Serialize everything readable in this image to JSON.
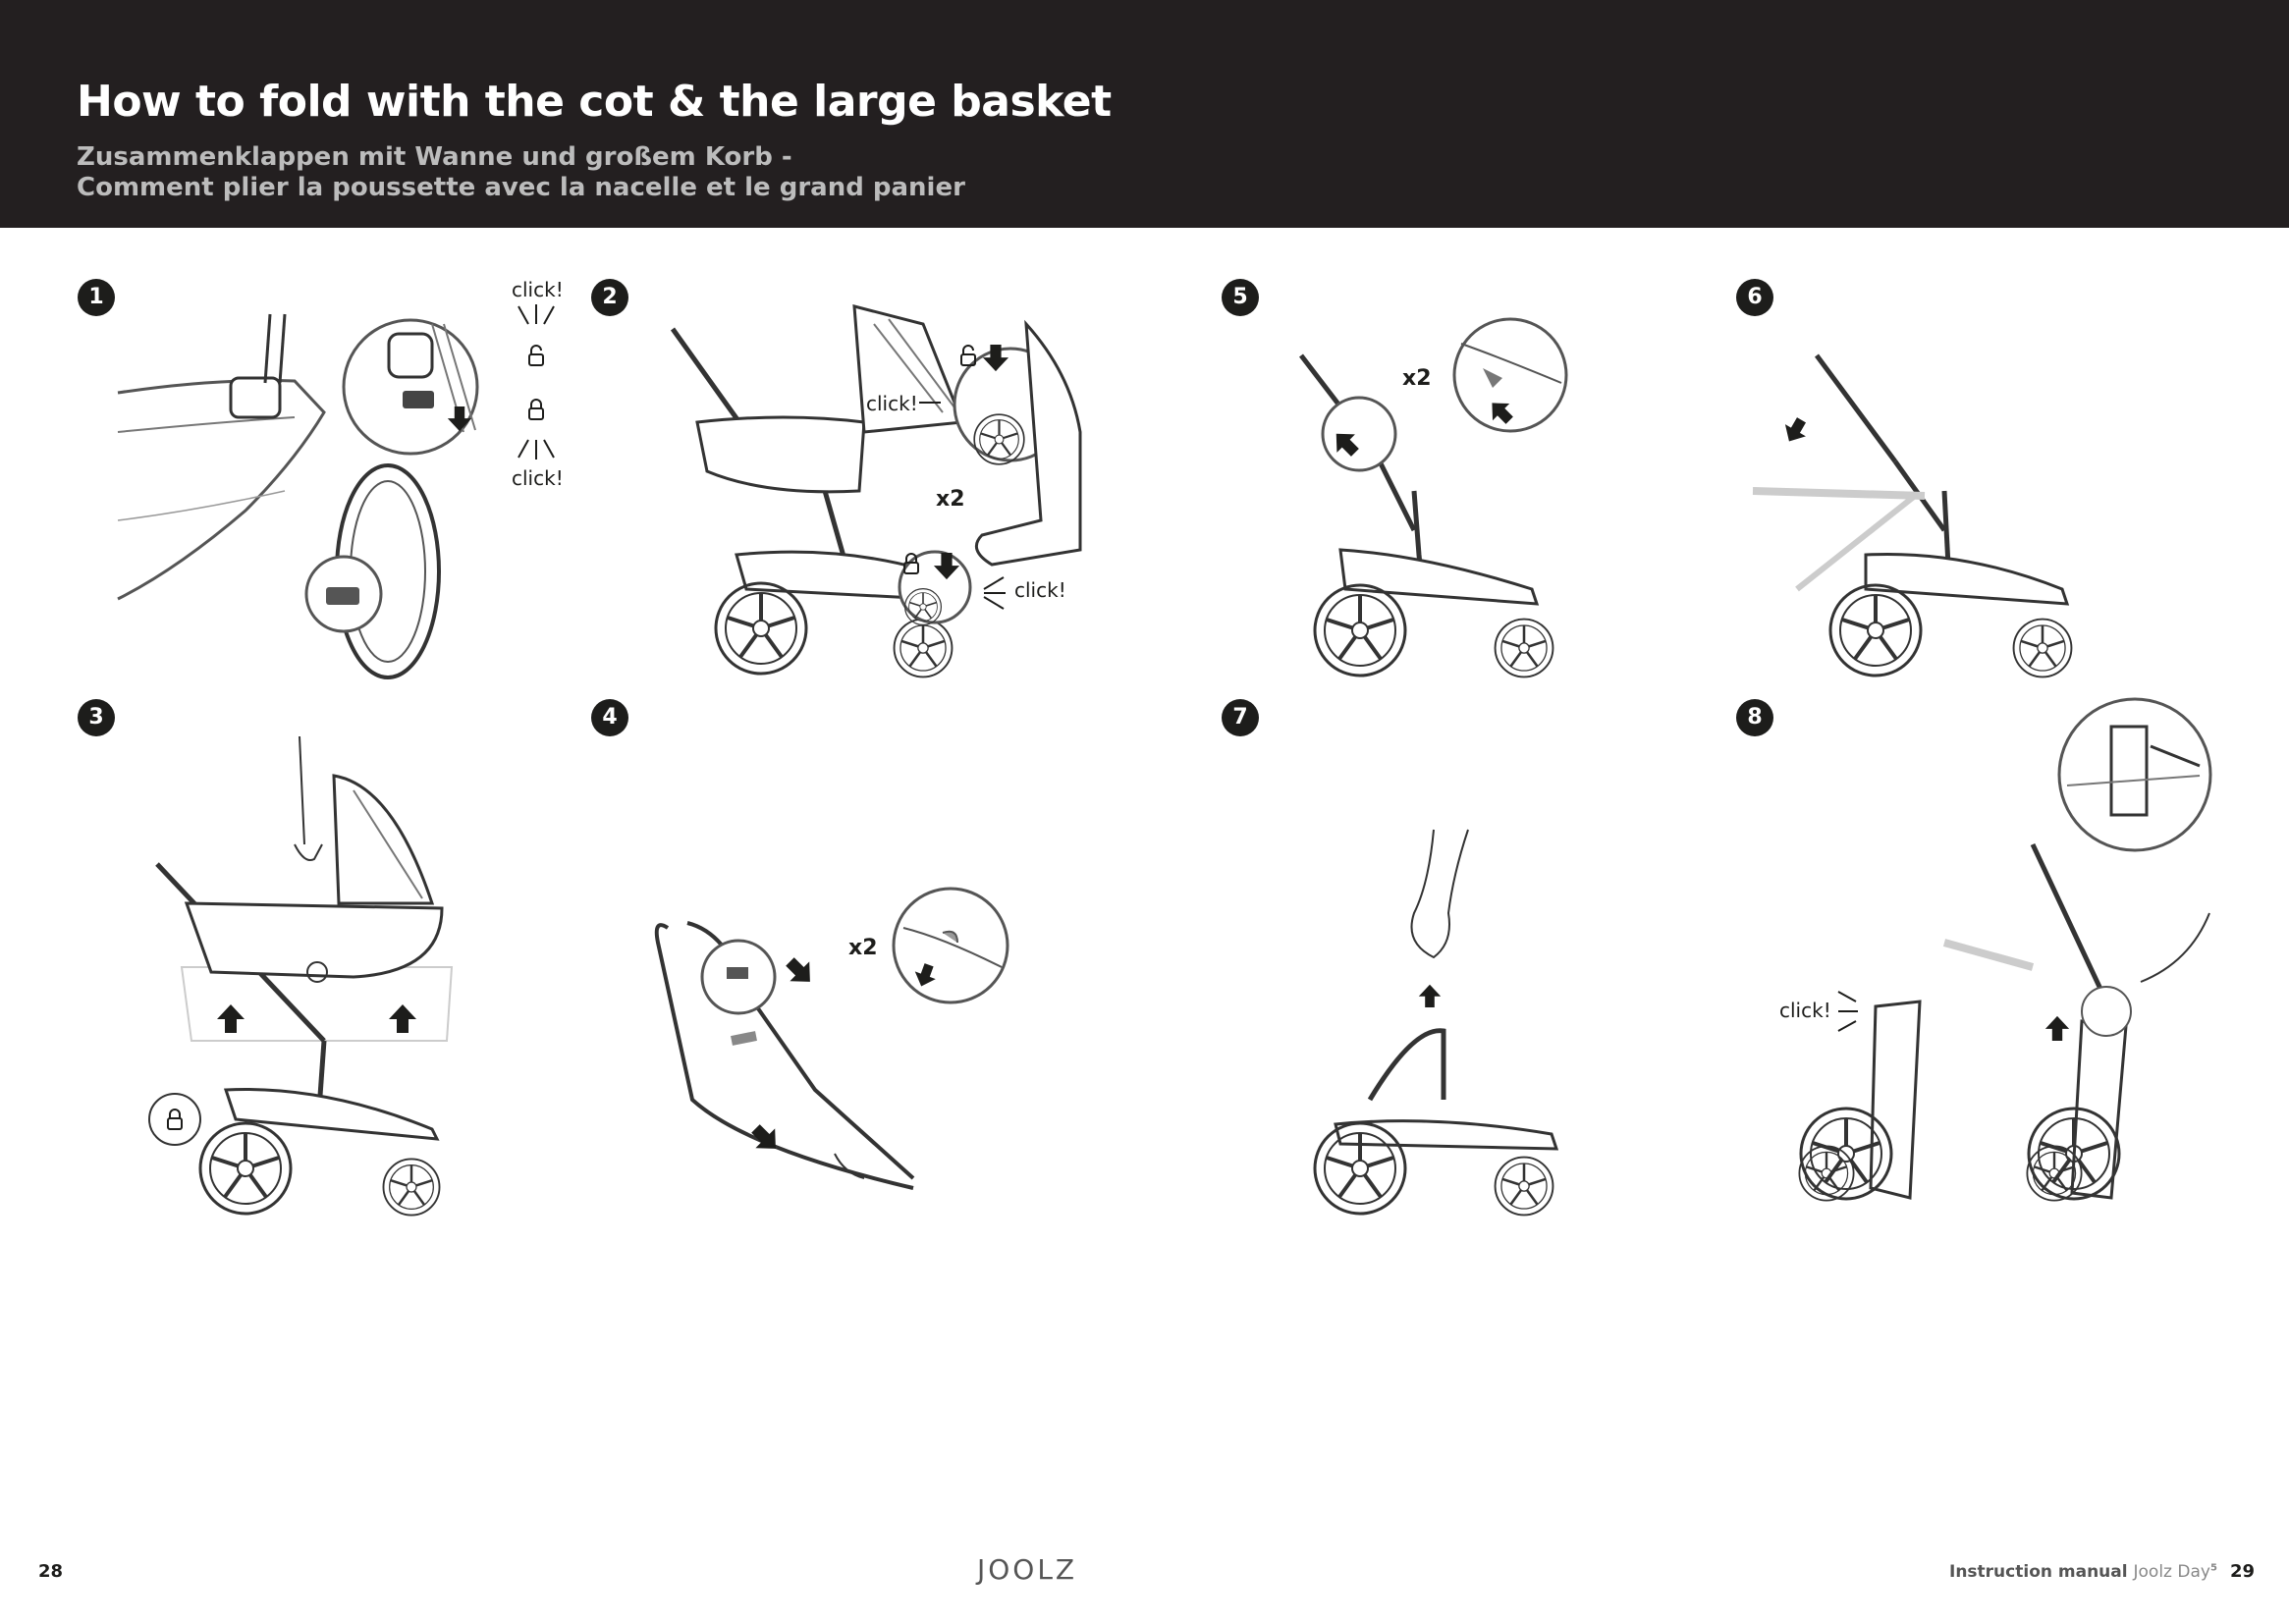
{
  "header": {
    "title": "How to fold with the cot & the large basket",
    "subtitle_de": "Zusammenklappen mit Wanne und großem Korb -",
    "subtitle_fr": "Comment plier la poussette avec la nacelle et le grand panier"
  },
  "steps": [
    {
      "number": "1",
      "labels": [
        "click!",
        "click!"
      ]
    },
    {
      "number": "2",
      "labels": [
        "click!",
        "x2",
        "click!"
      ]
    },
    {
      "number": "3",
      "labels": []
    },
    {
      "number": "4",
      "labels": [
        "x2"
      ]
    },
    {
      "number": "5",
      "labels": [
        "x2"
      ]
    },
    {
      "number": "6",
      "labels": []
    },
    {
      "number": "7",
      "labels": []
    },
    {
      "number": "8",
      "labels": [
        "click!"
      ]
    }
  ],
  "footer": {
    "page_left": "28",
    "brand": "JOOLZ",
    "manual_label": "Instruction manual",
    "product": "Joolz Day",
    "product_sup": "5",
    "page_right": "29"
  }
}
